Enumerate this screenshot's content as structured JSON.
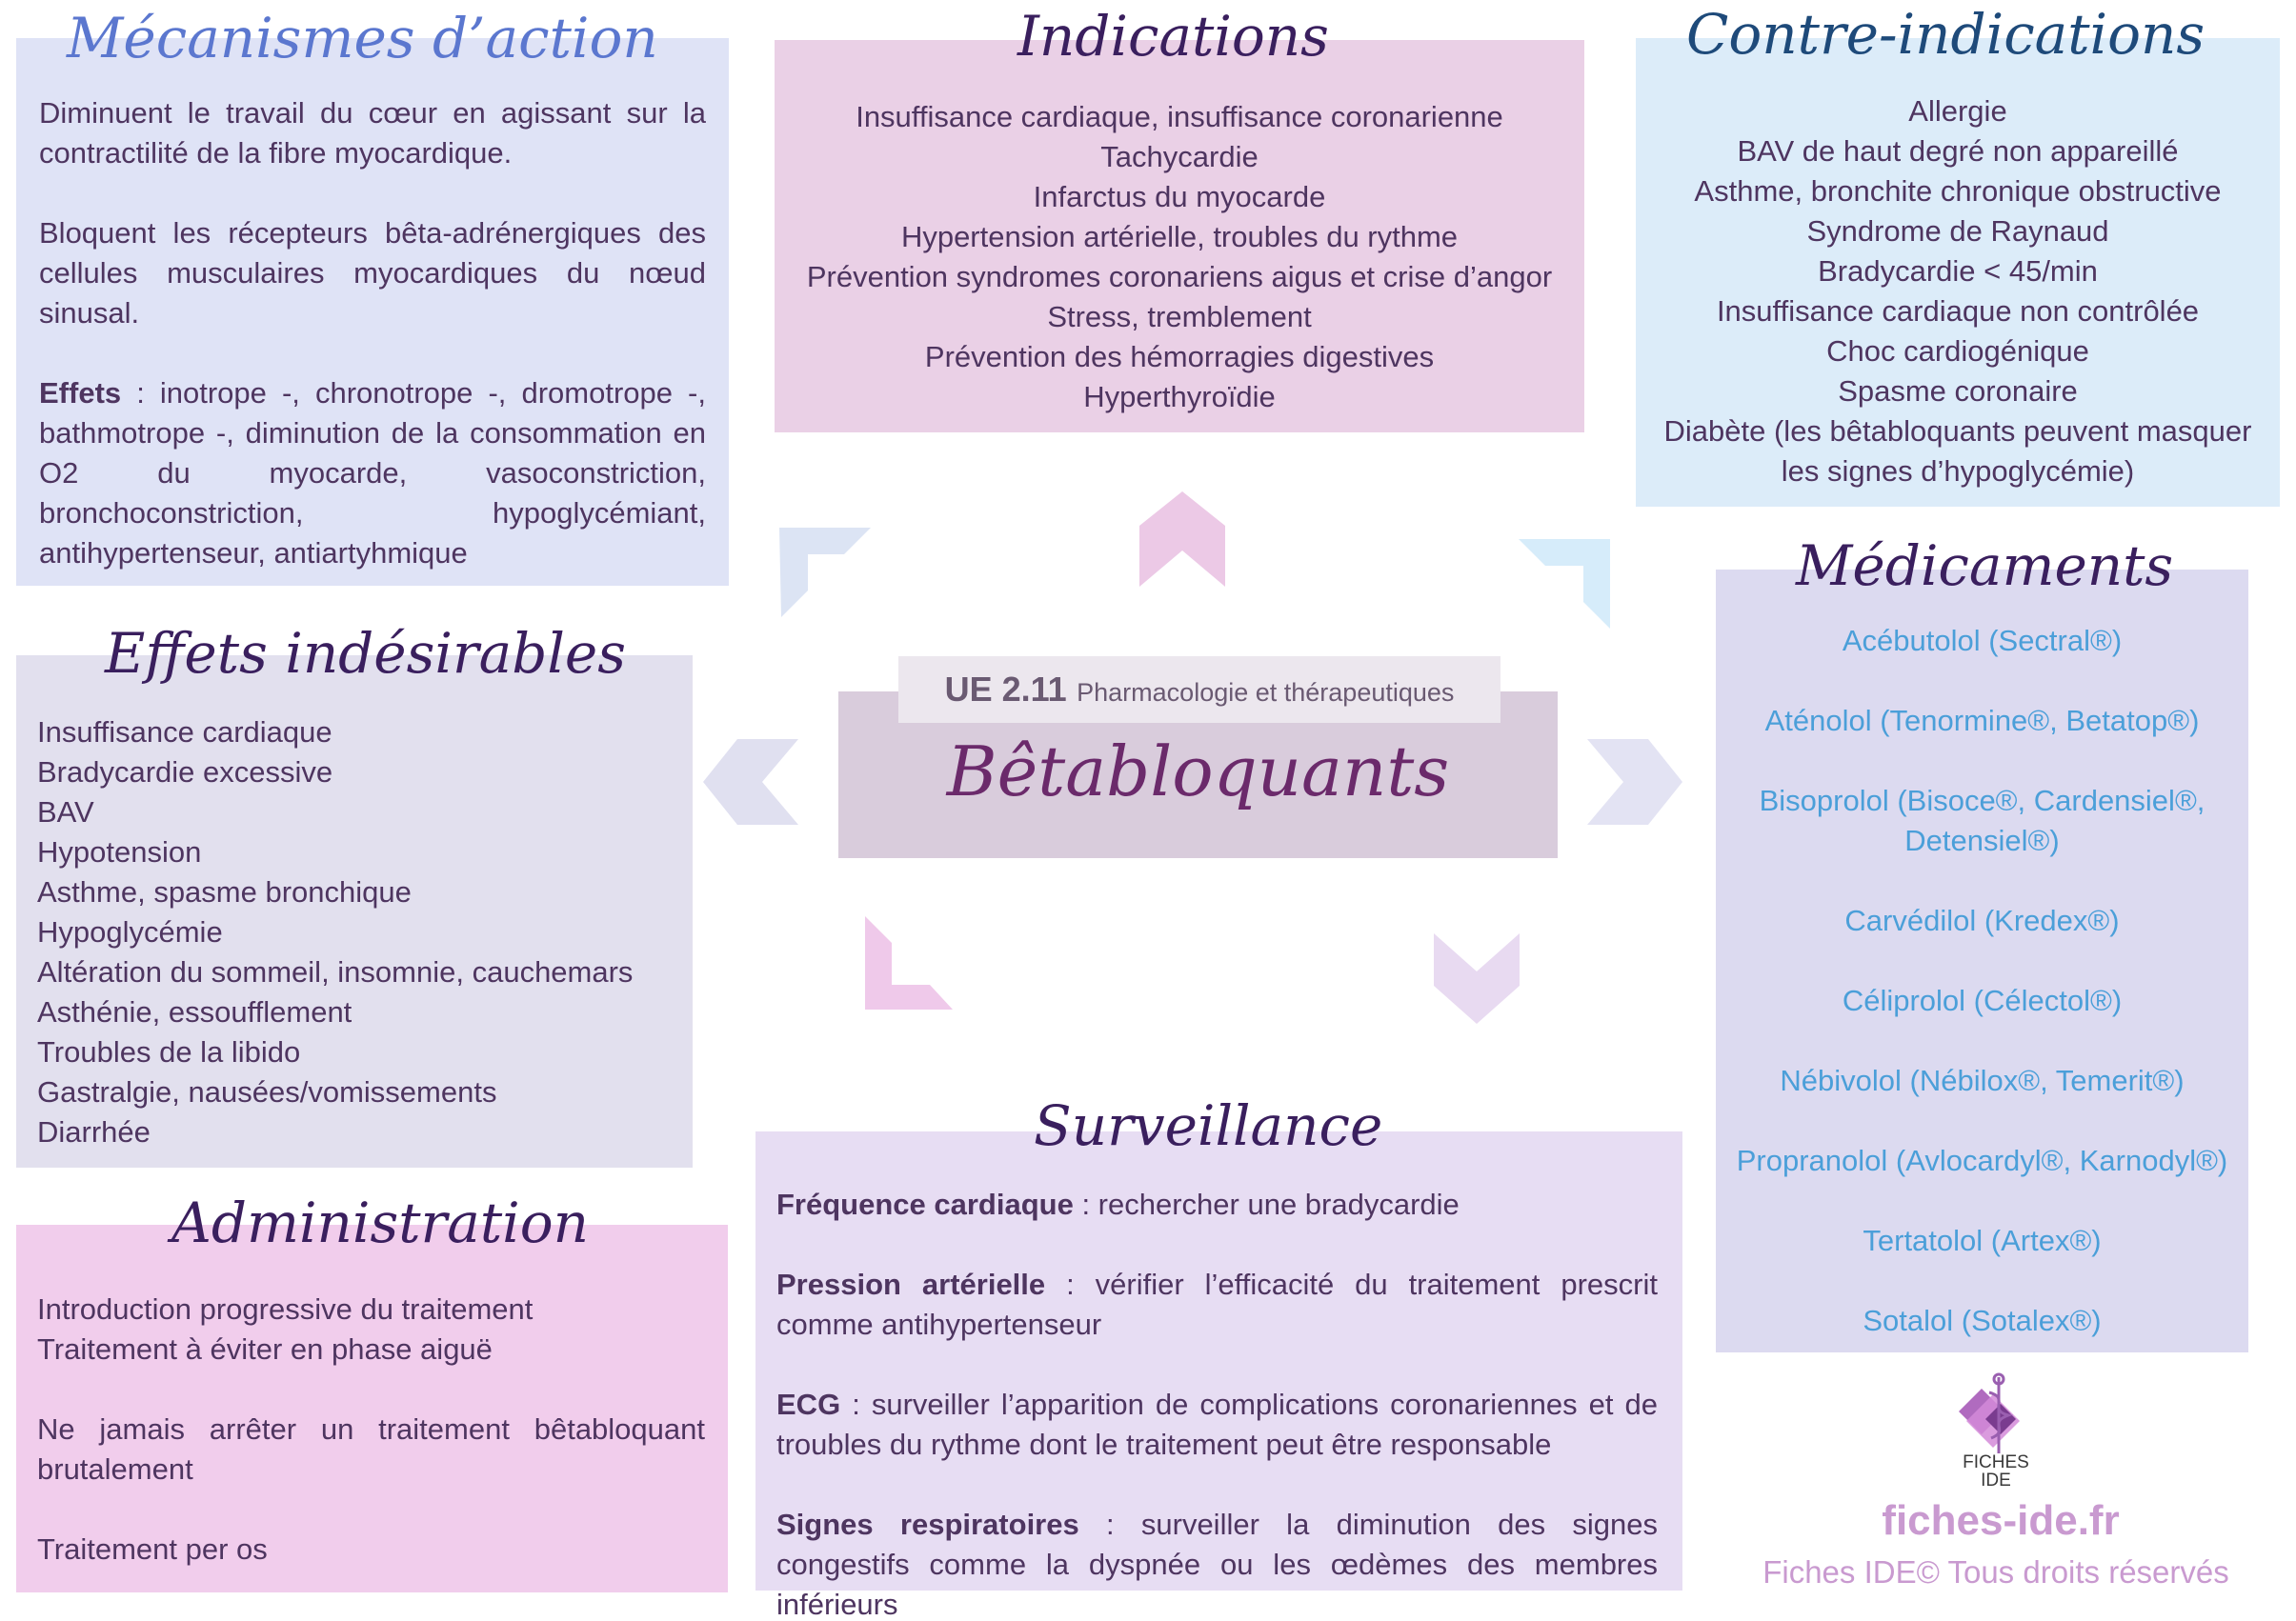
{
  "colors": {
    "mecanismes_bg": "#dfe3f6",
    "indications_bg": "#ead0e6",
    "contre_bg": "#dcecf9",
    "medicaments_bg": "#dcdaf0",
    "effets_bg": "#e2e0ee",
    "administration_bg": "#f1cdec",
    "surveillance_bg": "#e7ddf3",
    "center_bg": "#d9ccdc",
    "center_tab_bg": "#ece7ee",
    "title_blue": "#5b77cf",
    "title_purple": "#3a1f5e",
    "title_navy": "#1e4a7a",
    "drug_blue": "#4b9fd9"
  },
  "center": {
    "ue_code": "UE 2.11",
    "ue_label": "Pharmacologie et thérapeutiques",
    "title": "Bêtabloquants"
  },
  "mecanismes": {
    "title": "Mécanismes d’action",
    "p1": "Diminuent le travail du cœur en agissant sur la contractilité de la fibre myocardique.",
    "p2": "Bloquent les récepteurs bêta-adrénergiques des cellules musculaires myocardiques du nœud sinusal.",
    "p3_label": "Effets",
    "p3_text": " : inotrope -, chronotrope -, dromotrope -, bathmotrope -, diminution de la consommation en O2 du myocarde, vasoconstriction, bronchoconstriction, hypoglycémiant, antihypertenseur, antiartyhmique"
  },
  "indications": {
    "title": "Indications",
    "items": [
      "Insuffisance cardiaque, insuffisance coronarienne",
      "Tachycardie",
      "Infarctus du myocarde",
      "Hypertension artérielle, troubles du rythme",
      "Prévention syndromes coronariens aigus et crise d’angor",
      "Stress, tremblement",
      "Prévention des hémorragies digestives",
      "Hyperthyroïdie"
    ]
  },
  "contre_indications": {
    "title": "Contre-indications",
    "items": [
      "Allergie",
      "BAV de haut degré non appareillé",
      "Asthme, bronchite chronique obstructive",
      "Syndrome de Raynaud",
      "Bradycardie < 45/min",
      "Insuffisance cardiaque non contrôlée",
      "Choc cardiogénique",
      "Spasme coronaire",
      "Diabète (les bêtabloquants peuvent masquer",
      "les signes d’hypoglycémie)"
    ]
  },
  "medicaments": {
    "title": "Médicaments",
    "items": [
      "Acébutolol (Sectral®)",
      "Aténolol (Tenormine®, Betatop®)",
      "Bisoprolol (Bisoce®, Cardensiel®,",
      "Detensiel®)",
      "Carvédilol (Kredex®)",
      "Céliprolol (Célectol®)",
      "Nébivolol (Nébilox®, Temerit®)",
      "Propranolol (Avlocardyl®, Karnodyl®)",
      "Tertatolol (Artex®)",
      "Sotalol (Sotalex®)"
    ]
  },
  "effets": {
    "title": "Effets indésirables",
    "items": [
      "Insuffisance cardiaque",
      "Bradycardie excessive",
      "BAV",
      "Hypotension",
      "Asthme, spasme bronchique",
      "Hypoglycémie",
      "Altération du sommeil, insomnie, cauchemars",
      "Asthénie, essoufflement",
      "Troubles de la libido",
      "Gastralgie, nausées/vomissements",
      "Diarrhée"
    ]
  },
  "administration": {
    "title": "Administration",
    "line1": "Introduction progressive du traitement",
    "line2": "Traitement à éviter en phase aiguë",
    "p2": "Ne jamais arrêter un traitement bêtabloquant brutalement",
    "p3": "Traitement per os"
  },
  "surveillance": {
    "title": "Surveillance",
    "items": [
      {
        "label": "Fréquence cardiaque",
        "text": " : rechercher une bradycardie"
      },
      {
        "label": "Pression artérielle",
        "text": " : vérifier l’efficacité du traitement prescrit comme antihypertenseur"
      },
      {
        "label": "ECG",
        "text": " : surveiller l’apparition de complications coronariennes et de troubles du rythme dont le traitement peut être responsable"
      },
      {
        "label": "Signes respiratoires",
        "text": " : surveiller la diminution des signes congestifs comme la dyspnée ou les œdèmes des membres inférieurs"
      }
    ]
  },
  "footer": {
    "logo_line1": "FICHES",
    "logo_line2": "IDE",
    "site": "fiches-ide.fr",
    "copyright": "Fiches IDE© Tous droits réservés"
  },
  "icons": {
    "logo": "caduceus-logo-icon",
    "arrows": [
      "chevron-upleft-icon",
      "chevron-up-icon",
      "chevron-upright-icon",
      "chevron-left-icon",
      "chevron-right-icon",
      "chevron-downleft-icon",
      "chevron-downright-icon"
    ]
  }
}
